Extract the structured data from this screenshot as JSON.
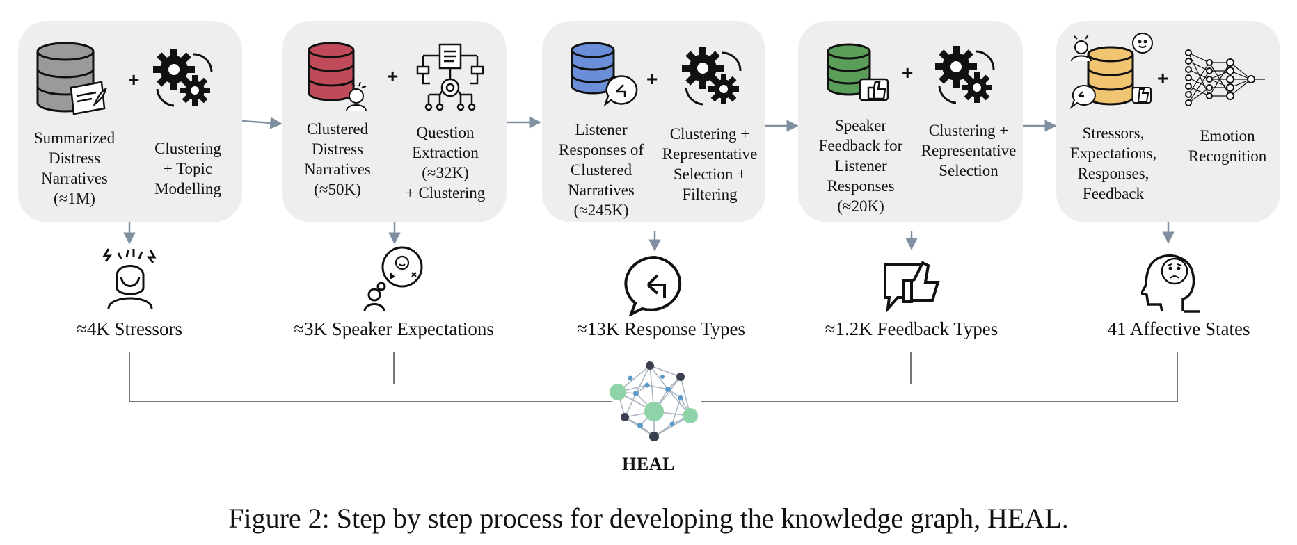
{
  "stages": [
    {
      "input_label": "Summarized\nDistress\nNarratives\n(≈1M)",
      "process_label": "Clustering\n+ Topic\nModelling",
      "output_label": "≈4K Stressors",
      "db_color": "#9a9a9a",
      "input_icon": "database-scroll-icon",
      "process_icon": "gears-icon",
      "output_icon": "stressed-person-icon"
    },
    {
      "input_label": "Clustered\nDistress\nNarratives\n(≈50K)",
      "process_label": "Question\nExtraction\n(≈32K)\n+ Clustering",
      "output_label": "≈3K Speaker Expectations",
      "db_color": "#c04a5a",
      "input_icon": "database-stressed-person-icon",
      "process_icon": "document-flow-icon",
      "output_icon": "person-thought-bubble-icon"
    },
    {
      "input_label": "Listener\nResponses of\nClustered\nNarratives\n(≈245K)",
      "process_label": "Clustering +\nRepresentative\nSelection +\nFiltering",
      "output_label": "≈13K Response Types",
      "db_color": "#6a8fd8",
      "input_icon": "database-reply-icon",
      "process_icon": "gears-icon",
      "output_icon": "reply-bubble-icon"
    },
    {
      "input_label": "Speaker\nFeedback for\nListener\nResponses\n(≈20K)",
      "process_label": "Clustering +\nRepresentative\nSelection",
      "output_label": "≈1.2K Feedback Types",
      "db_color": "#5a9e5a",
      "input_icon": "database-thumbs-up-icon",
      "process_icon": "gears-icon",
      "output_icon": "thumbs-up-bubble-icon"
    },
    {
      "input_label": "Stressors,\nExpectations,\nResponses,\nFeedback",
      "process_label": "Emotion\nRecognition",
      "output_label": "41 Affective States",
      "db_color": "#f0c470",
      "input_icon": "database-combined-icon",
      "process_icon": "neural-network-icon",
      "output_icon": "sad-head-icon"
    }
  ],
  "plus_sign": "+",
  "graph_label": "HEAL",
  "graph_icon": "knowledge-graph-icon",
  "caption": "Figure 2: Step by step process for developing the knowledge graph, HEAL.",
  "colors": {
    "box_fill": "#eeeeee",
    "arrow": "#8090a0",
    "connector": "#777777",
    "node_dark": "#3a4050",
    "node_green": "#8fd3a8",
    "node_blue": "#5b9ac9"
  }
}
